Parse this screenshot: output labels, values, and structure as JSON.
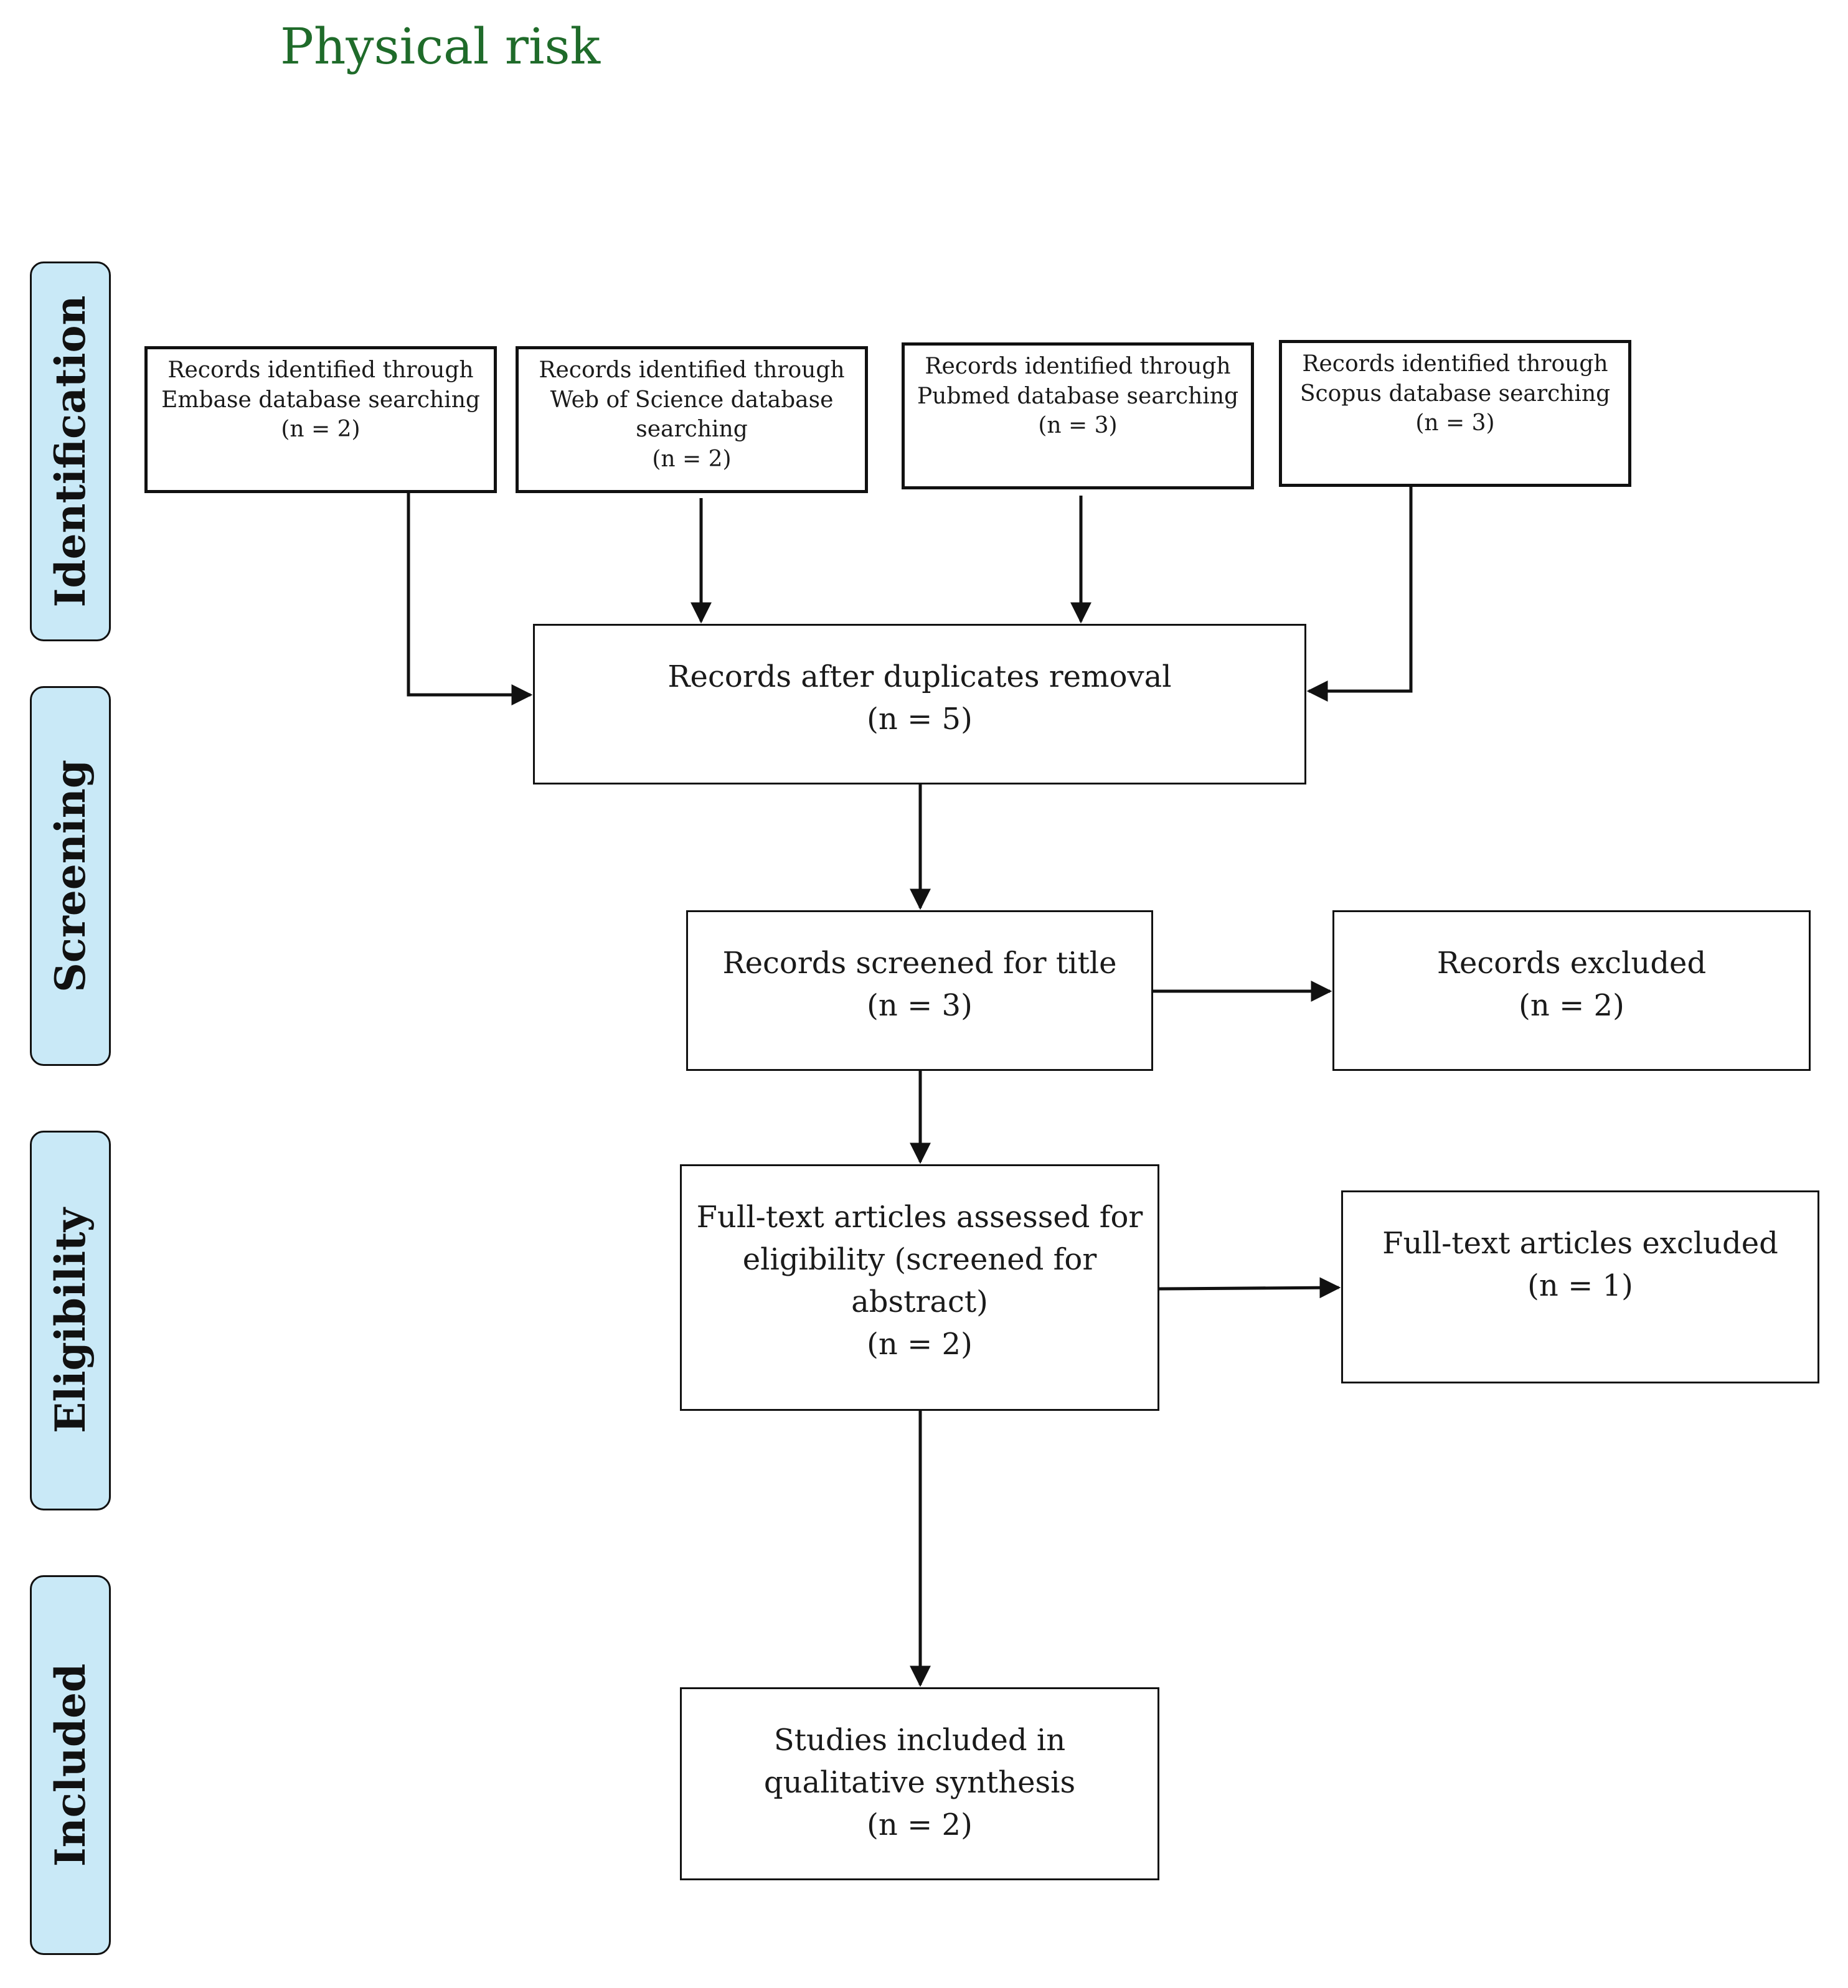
{
  "title": "Physical risk",
  "stages": {
    "identification": "Identification",
    "screening": "Screening",
    "eligibility": "Eligibility",
    "included": "Included"
  },
  "boxes": {
    "embase": {
      "lines": [
        "Records identified through",
        "Embase database searching",
        "(n = 2)"
      ]
    },
    "wos": {
      "lines": [
        "Records identified through",
        "Web of Science database",
        "searching",
        "(n = 2)"
      ]
    },
    "pubmed": {
      "lines": [
        "Records identified through",
        "Pubmed database searching",
        "(n = 3)"
      ]
    },
    "scopus": {
      "lines": [
        "Records identified through",
        "Scopus database searching",
        "(n = 3)"
      ]
    },
    "duplicates": {
      "lines": [
        "Records after duplicates removal",
        "(n = 5)"
      ]
    },
    "screened": {
      "lines": [
        "Records screened for title",
        "(n = 3)"
      ]
    },
    "excluded": {
      "lines": [
        "Records excluded",
        "(n = 2)"
      ]
    },
    "fulltext": {
      "lines": [
        "Full-text articles assessed for",
        "eligibility (screened for",
        "abstract)",
        "(n = 2)"
      ]
    },
    "fulltext_excluded": {
      "lines": [
        "Full-text articles excluded",
        "(n = 1)"
      ]
    },
    "included": {
      "lines": [
        "Studies included in",
        "qualitative synthesis",
        "(n = 2)"
      ]
    }
  }
}
